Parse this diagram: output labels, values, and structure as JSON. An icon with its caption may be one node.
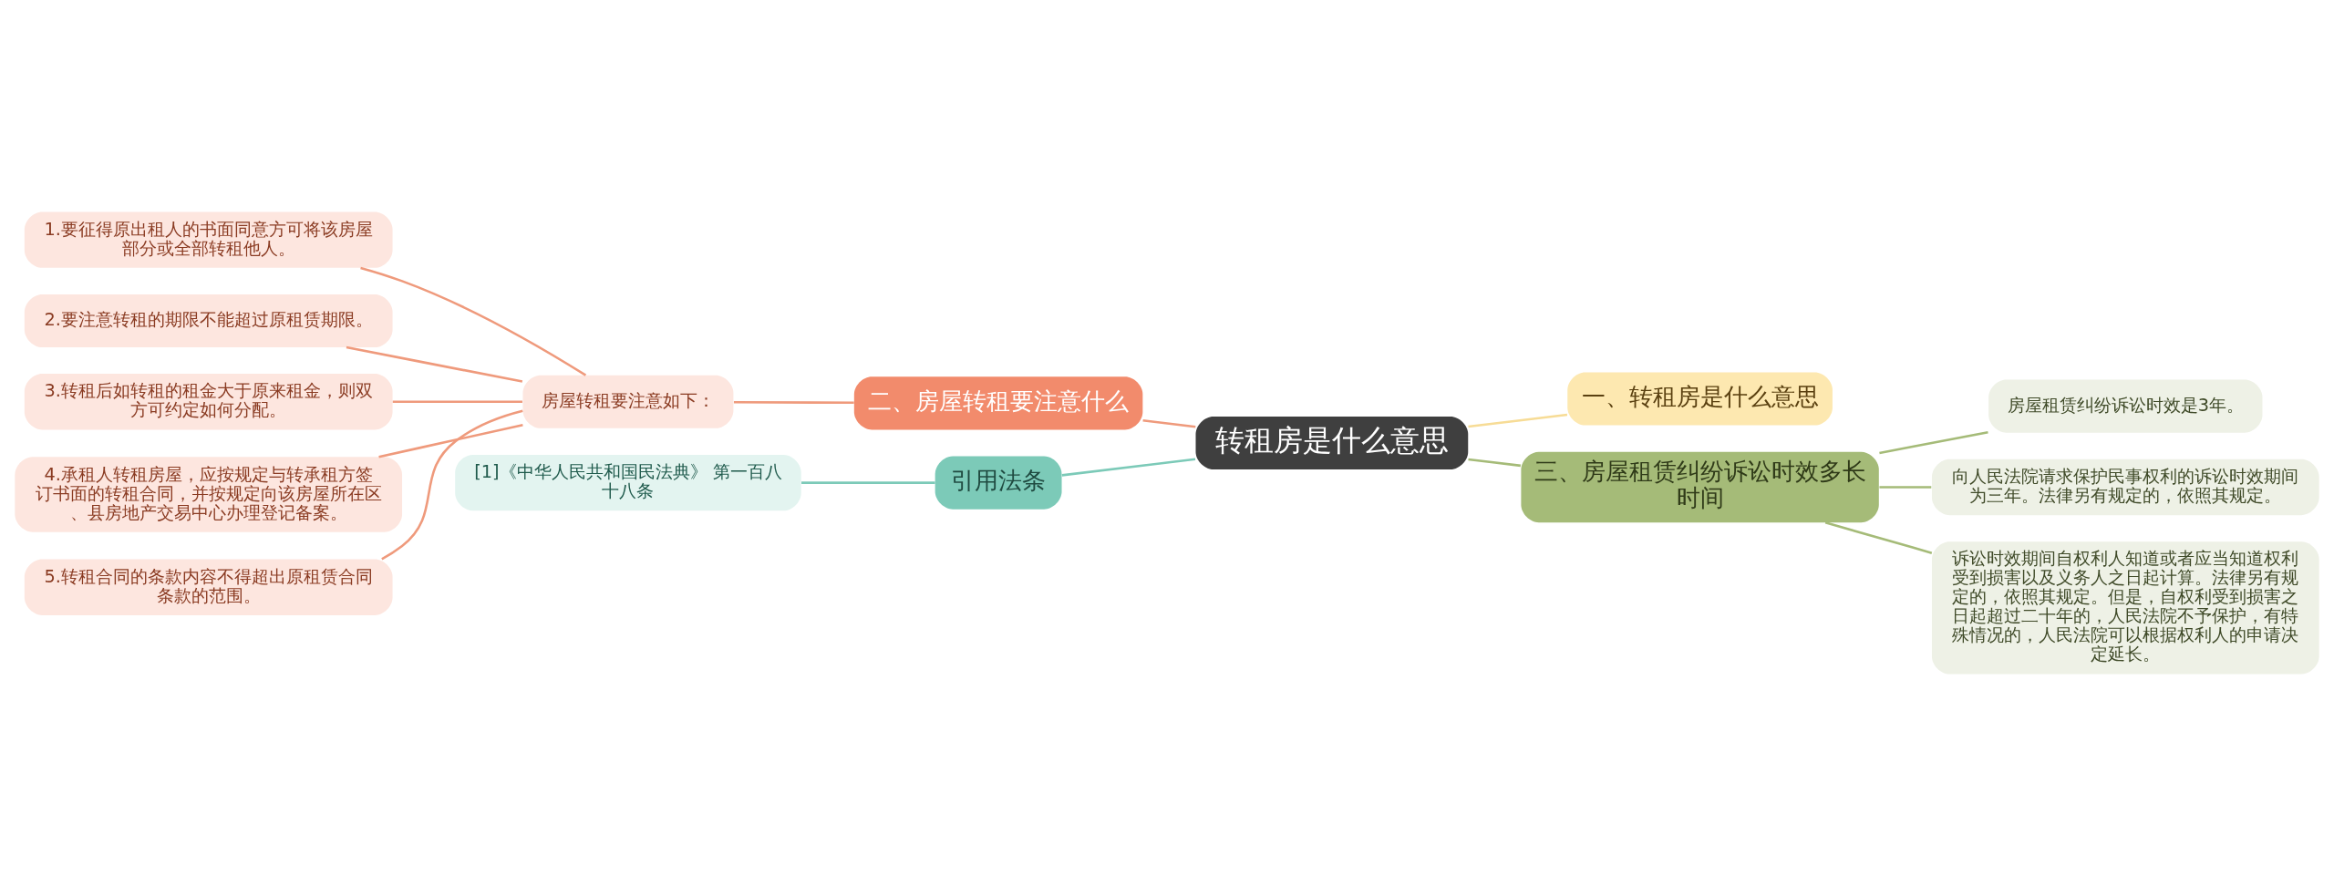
{
  "diagram": {
    "nodes": [
      {
        "text": [
          "转租房是什么意思"
        ]
      },
      {
        "text": [
          "二、房屋转租要注意什么"
        ]
      },
      {
        "text": [
          "房屋转租要注意如下："
        ]
      },
      {
        "text": [
          "1.要征得原出租人的书面同意方可将该房屋部分或全部转租他人。"
        ]
      },
      {
        "text": [
          "2.要注意转租的期限不能超过原租赁期限。"
        ]
      },
      {
        "text": [
          "3.转租后如转租的租金大于原来租金，则双方可约定如何分配。"
        ]
      },
      {
        "text": [
          "4.承租人转租房屋，应按规定与转承租方签订书面的转租合同，并按规定向该房屋所在区、县房地产交易中心办理登记备案。"
        ]
      },
      {
        "text": [
          "5.转租合同的条款内容不得超出原租赁合同条款的范围。"
        ]
      },
      {
        "text": [
          "引用法条"
        ]
      },
      {
        "text": [
          "[1]《中华人民共和国民法典》 第一百八十八条"
        ]
      },
      {
        "text": [
          "一、转租房是什么意思"
        ]
      },
      {
        "text": [
          "三、房屋租赁纠纷诉讼时效多长时间"
        ]
      },
      {
        "text": [
          "房屋租赁纠纷诉讼时效是3年。"
        ]
      },
      {
        "text": [
          "向人民法院请求保护民事权利的诉讼时效期间为三年。法律另有规定的，依照其规定。"
        ]
      },
      {
        "text": [
          "诉讼时效期间自权利人知道或者应当知道权利受到损害以及义务人之日起计算。法律另有规定的，依照其规定。但是，自权利受到损害之日起超过二十年的，人民法院不予保护，有特殊情况的，人民法院可以根据权利人的申请决定延长。"
        ]
      }
    ],
    "edges": [
      {
        "from": 0,
        "to": 1,
        "arrow": "none",
        "color": "#ef9a7c"
      },
      {
        "from": 1,
        "to": 2,
        "arrow": "none",
        "color": "#ef9a7c"
      },
      {
        "from": 2,
        "to": 3,
        "arrow": "none",
        "color": "#ef9a7c"
      },
      {
        "from": 2,
        "to": 4,
        "arrow": "none",
        "color": "#ef9a7c"
      },
      {
        "from": 2,
        "to": 5,
        "arrow": "none",
        "color": "#ef9a7c"
      },
      {
        "from": 2,
        "to": 6,
        "arrow": "none",
        "color": "#ef9a7c"
      },
      {
        "from": 2,
        "to": 7,
        "arrow": "none",
        "color": "#ef9a7c"
      },
      {
        "from": 0,
        "to": 8,
        "arrow": "none",
        "color": "#7ccab8"
      },
      {
        "from": 8,
        "to": 9,
        "arrow": "none",
        "color": "#7ccab8"
      },
      {
        "from": 0,
        "to": 10,
        "arrow": "none",
        "color": "#f7dc96"
      },
      {
        "from": 0,
        "to": 11,
        "arrow": "none",
        "color": "#a5bb78"
      },
      {
        "from": 11,
        "to": 12,
        "arrow": "none",
        "color": "#a5bb78"
      },
      {
        "from": 11,
        "to": 13,
        "arrow": "none",
        "color": "#a5bb78"
      },
      {
        "from": 11,
        "to": 14,
        "arrow": "none",
        "color": "#a5bb78"
      }
    ]
  }
}
